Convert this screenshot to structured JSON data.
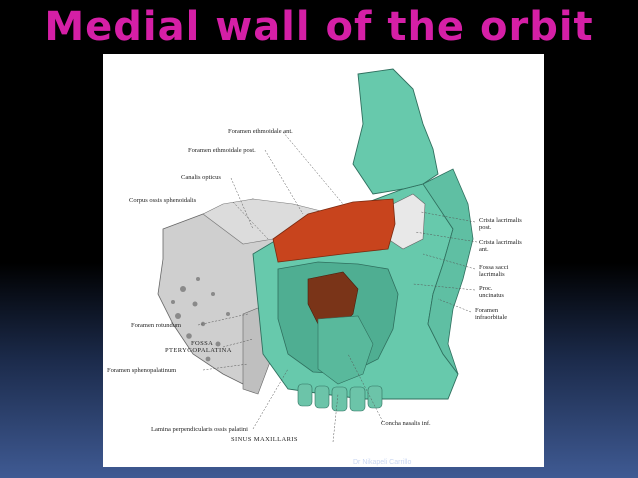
{
  "slide": {
    "title": "Medial wall of the orbit",
    "title_color": "#d51fa6",
    "credit": "Dr Nikapeli Carrillo"
  },
  "colors": {
    "maxilla_teal": "#67c9ac",
    "ethmoid_red": "#c8441d",
    "palatine_brown": "#7a3418",
    "sphenoid_grey": "#c9c9c9"
  },
  "labels": {
    "foramen_ethmoidale_ant": "Foramen ethmoidale ant.",
    "foramen_ethmoidale_post": "Foramen ethmoidale post.",
    "canalis_opticus": "Canalis opticus",
    "corpus_ossis_sphenoidalis": "Corpus ossis sphenoidalis",
    "crista_lacrimalis_post_1": "Crista lacrimalis",
    "crista_lacrimalis_post_2": "post.",
    "crista_lacrimalis_ant_1": "Crista lacrimalis",
    "crista_lacrimalis_ant_2": "ant.",
    "fossa_sacci_1": "Fossa sacci",
    "fossa_sacci_2": "lacrimalis",
    "proc_uncinatus_1": "Proc.",
    "proc_uncinatus_2": "uncinatus",
    "foramen_infraorbitale_1": "Foramen",
    "foramen_infraorbitale_2": "infraorbitale",
    "foramen_rotundum": "Foramen rotundum",
    "fossa_pterygo_1": "FOSSA",
    "fossa_pterygo_2": "PTERYGOPALATINA",
    "foramen_sphenopalatinum": "Foramen sphenopalatinum",
    "lamina_perpendicularis": "Lamina perpendicularis ossis palatini",
    "sinus_maxillaris": "SINUS MAXILLARIS",
    "concha_nasalis_inf": "Concha nasalis inf."
  }
}
